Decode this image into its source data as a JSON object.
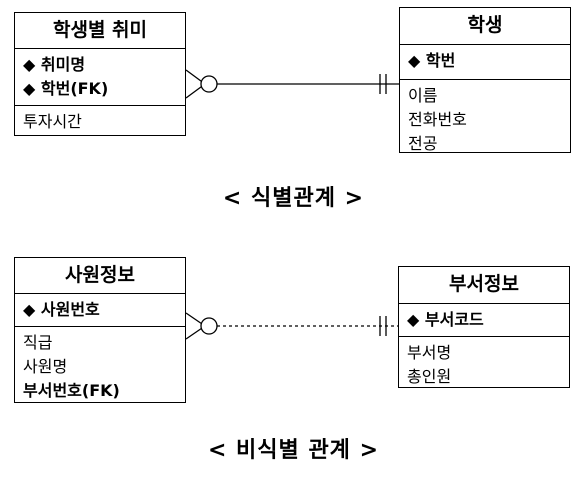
{
  "diagram1": {
    "left_entity": {
      "title": "학생별 취미",
      "keys": [
        "◆ 취미명",
        "◆ 학번(FK)"
      ],
      "attrs": [
        "투자시간"
      ]
    },
    "right_entity": {
      "title": "학생",
      "keys": [
        "◆ 학번"
      ],
      "attrs": [
        "이름",
        "전화번호",
        "전공"
      ]
    },
    "relationship_style": "solid",
    "caption": "< 식별관계 >"
  },
  "diagram2": {
    "left_entity": {
      "title": "사원정보",
      "keys": [
        "◆ 사원번호"
      ],
      "attrs": [
        "직급",
        "사원명"
      ],
      "fk_attr": "부서번호(FK)"
    },
    "right_entity": {
      "title": "부서정보",
      "keys": [
        "◆ 부서코드"
      ],
      "attrs": [
        "부서명",
        "총인원"
      ]
    },
    "relationship_style": "dashed",
    "caption": "< 비식별 관계 >"
  }
}
